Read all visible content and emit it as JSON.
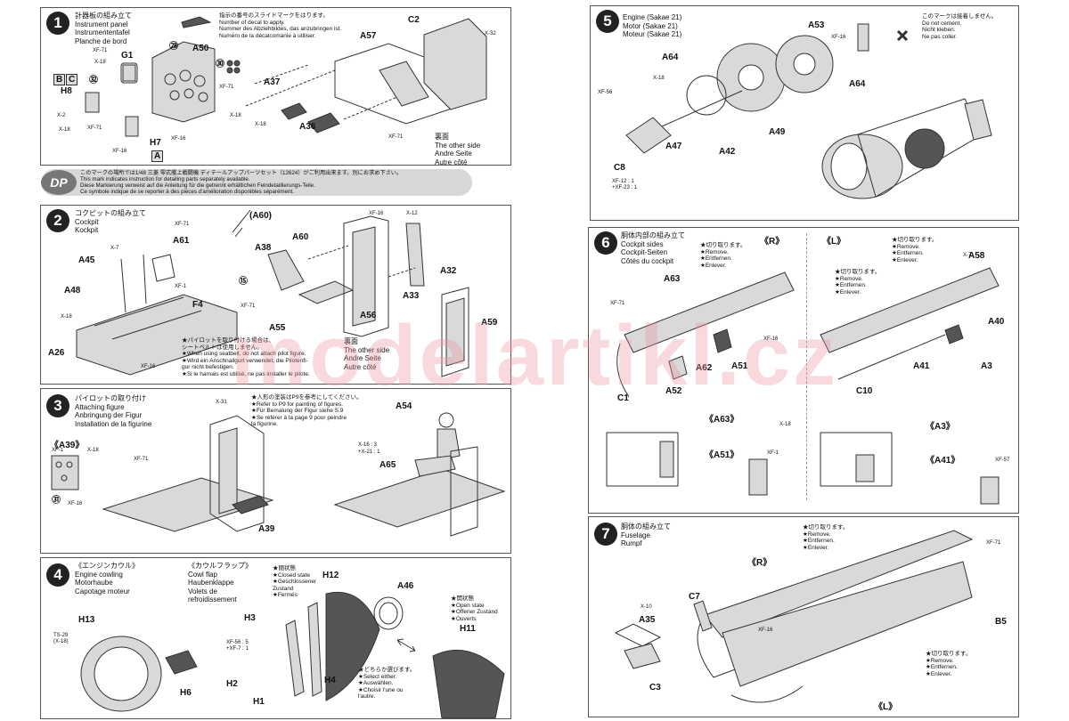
{
  "steps": {
    "s1": {
      "num": "1",
      "title": [
        "計器板の組み立て",
        "Instrument panel",
        "Instrumententafel",
        "Planche de bord"
      ]
    },
    "s2": {
      "num": "2",
      "title": [
        "コクピットの組み立て",
        "Cockpit",
        "Kockpit"
      ]
    },
    "s3": {
      "num": "3",
      "title": [
        "パイロットの取り付け",
        "Attaching figure",
        "Anbringung der Figur",
        "Installation de la figurine"
      ]
    },
    "s4": {
      "num": "4",
      "title": [
        "《エンジンカウル》",
        "Engine cowling",
        "Motorhaube",
        "Capotage moteur"
      ],
      "title2": [
        "《カウルフラップ》",
        "Cowl flap",
        "Haubenklappe",
        "Volets de",
        "refroidissement"
      ]
    },
    "s5": {
      "num": "5",
      "title": [
        "Engine (Sakae 21)",
        "Motor (Sakae 21)",
        "Moteur (Sakae 21)"
      ]
    },
    "s6": {
      "num": "6",
      "title": [
        "胴体内部の組み立て",
        "Cockpit sides",
        "Cockpit-Seiten",
        "Côtés du cockpit"
      ]
    },
    "s7": {
      "num": "7",
      "title": [
        "胴体の組み立て",
        "Fuselage",
        "Rumpf"
      ]
    }
  },
  "notes": {
    "decal": [
      "指示の番号のスライドマークをはります。",
      "Number of decal to apply.",
      "Nummer des Abziehbildes, das anzubringen ist.",
      "Numéro de la décalcomanie à utiliser."
    ],
    "dp": [
      "このマークの場所では1/48 三菱 零式艦上戦闘機 ディテールアップパーツセット（12624）がご利用出来ます。別にお求め下さい。",
      "This mark indicates instruction for detailing parts separately available.",
      "Diese Markierung verweist auf die Anleitung für die getrennt erhältlichen Feindetaillierungs-Teile.",
      "Ce symbole indique de se reporter à des pièces d'amélioration disponibles séparément."
    ],
    "dp_badge": "DP",
    "other_side_1": [
      "The other side",
      "Andre Seite",
      "Autre côté"
    ],
    "other_side_1_jp": "裏面",
    "other_side_2": [
      "The other side",
      "Andre Seite",
      "Autre côté"
    ],
    "other_side_2_jp": "裏面",
    "seatbelt": [
      "★パイロットを取り付ける場合は、",
      "シートベルトは使用しません。",
      "★When using seatbelt, do not attach pilot figure.",
      "★Wird ein Anschnallgurt verwendet, die Pilotenfi-",
      "gur nicht befestigen.",
      "★Si le harnais est utilisé, ne pas installer le pilote."
    ],
    "figure_paint": [
      "★人形の塗装はP9を参考にしてください。",
      "★Refer to P9 for painting of figures.",
      "★Für Bemalung der Figur siehe S.9",
      "★Se référer à la page 9 pour peindre",
      "la figurine."
    ],
    "closed": [
      "★閉状態",
      "★Closed state",
      "★Geschlossener",
      "Zustand",
      "★Fermés"
    ],
    "open": [
      "★開状態",
      "★Open state",
      "★Offener Zustand",
      "★Ouverts"
    ],
    "select": [
      "★どちらか選びます。",
      "★Select either.",
      "★Auswählen.",
      "★Choisir l'une ou",
      "l'autre."
    ],
    "no_cement": [
      "このマークは接着しません。",
      "Do not cement.",
      "Nicht kleben.",
      "Ne pas coller."
    ],
    "remove": [
      "★切り取ります。",
      "★Remove.",
      "★Entfernen.",
      "★Enlever."
    ]
  },
  "labels": {
    "s1": [
      "G1",
      "A50",
      "C2",
      "A57",
      "A37",
      "A36",
      "H8",
      "H7",
      "X-32",
      "XF-71",
      "X-18",
      "XF-16",
      "X-2",
      "XF-71",
      "X-18",
      "XF-16",
      "X-18",
      "XF-71",
      "XF-71",
      "X-18"
    ],
    "s1_tags": [
      "B",
      "C",
      "A"
    ],
    "s1_decals": [
      "㉘",
      "㉚",
      "㉜"
    ],
    "s2": [
      "(A60)",
      "A61",
      "A45",
      "A48",
      "F4",
      "A26",
      "A38",
      "A60",
      "A55",
      "A56",
      "A33",
      "A32",
      "A59",
      "X-7",
      "XF-71",
      "X-18",
      "XF-1",
      "XF-16",
      "X-12",
      "XF-16",
      "XF-71",
      "⑮"
    ],
    "s3": [
      "《A39》",
      "A54",
      "A65",
      "A39",
      "X-31",
      "X-18",
      "XF-1",
      "XF-71",
      "XF-16",
      "X-16 : 3",
      "+X-21 : 1",
      "㉛"
    ],
    "s4": [
      "H13",
      "H6",
      "H3",
      "H2",
      "H1",
      "H4",
      "H12",
      "A46",
      "H11",
      "TS-29",
      "(X-18)",
      "XF-56 : 5",
      "+XF-7 : 1"
    ],
    "s5": [
      "A64",
      "A53",
      "A47",
      "A42",
      "A49",
      "C8",
      "A64",
      "XF-56",
      "XF-16",
      "X-18",
      "XF-12 : 1",
      "+XF-23 : 1"
    ],
    "s6": [
      "《R》",
      "《L》",
      "A63",
      "C1",
      "A52",
      "A62",
      "A51",
      "A58",
      "A40",
      "A41",
      "A3",
      "C10",
      "《A63》",
      "《A51》",
      "《A3》",
      "《A41》",
      "X-7",
      "XF-71",
      "XF-16",
      "X-18",
      "XF-1",
      "XF-57"
    ],
    "s7": [
      "《R》",
      "《L》",
      "C7",
      "A35",
      "C3",
      "B5",
      "X-10",
      "XF-71",
      "XF-16"
    ]
  },
  "watermark": "modelartikl.cz"
}
